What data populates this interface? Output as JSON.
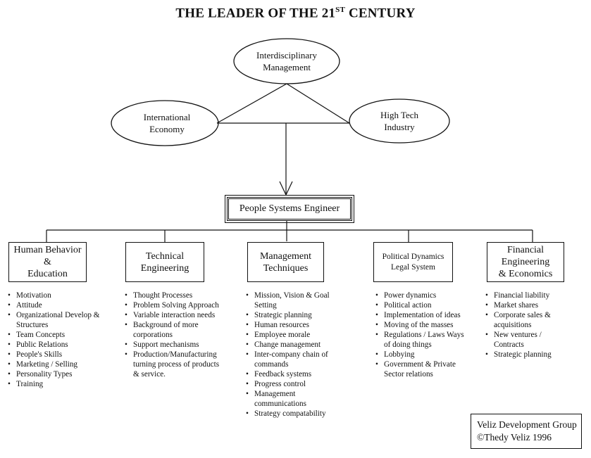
{
  "title": {
    "main": "THE LEADER OF THE 21",
    "sup": "ST",
    "tail": " CENTURY"
  },
  "ellipses": {
    "top": [
      "Interdisciplinary",
      "Management"
    ],
    "left": [
      "International",
      "Economy"
    ],
    "right": [
      "High Tech",
      "Industry"
    ]
  },
  "center_box": "People Systems Engineer",
  "categories": [
    {
      "lines": [
        "Human Behavior",
        "&",
        "Education"
      ],
      "items": [
        "Motivation",
        "Attitude",
        "Organizational Develop & Structures",
        "Team Concepts",
        "Public Relations",
        "People's Skills",
        "Marketing / Selling",
        "Personality Types",
        "Training"
      ]
    },
    {
      "lines": [
        "Technical",
        "Engineering"
      ],
      "items": [
        "Thought Processes",
        "Problem Solving Approach",
        "Variable interaction needs",
        "Background of more corporations",
        "Support mechanisms",
        "Production/Manufacturing turning process of products & service."
      ]
    },
    {
      "lines": [
        "Management",
        "Techniques"
      ],
      "items": [
        "Mission, Vision & Goal Setting",
        "Strategic planning",
        "Human resources",
        "Employee morale",
        "Change management",
        "Inter-company chain of commands",
        "Feedback systems",
        "Progress control",
        "Management communications",
        "Strategy compatability"
      ]
    },
    {
      "lines": [
        "Political Dynamics",
        "Legal System"
      ],
      "items": [
        "Power dynamics",
        "Political action",
        "Implementation of ideas",
        "Moving of the masses",
        "Regulations / Laws Ways of doing things",
        "Lobbying",
        "Government & Private Sector relations"
      ]
    },
    {
      "lines": [
        "Financial",
        "Engineering",
        "& Economics"
      ],
      "items": [
        "Financial liability",
        "Market shares",
        "Corporate sales & acquisitions",
        "New ventures / Contracts",
        "Strategic planning"
      ]
    }
  ],
  "credit": [
    "Veliz Development Group",
    "©Thedy Veliz 1996"
  ]
}
